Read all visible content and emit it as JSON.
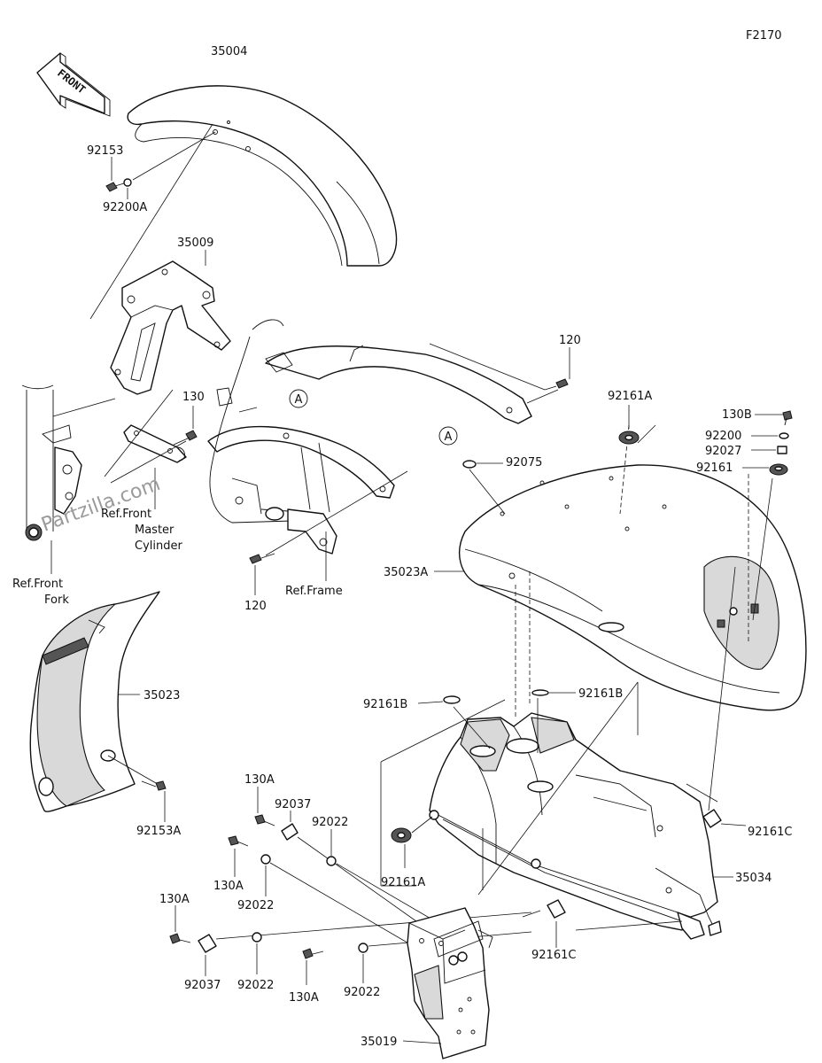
{
  "figure_code": "F2170",
  "front_label": "FRONT",
  "watermark": "Partzilla.com",
  "ref_marker": "A",
  "labels": {
    "p35004": "35004",
    "p92153": "92153",
    "p92200A": "92200A",
    "p35009": "35009",
    "p130": "130",
    "p120_top": "120",
    "p120_bottom": "120",
    "p92161A_top": "92161A",
    "p130B": "130B",
    "p92200": "92200",
    "p92027": "92027",
    "p92161": "92161",
    "p92075": "92075",
    "p35023A": "35023A",
    "ref_fork_1": "Ref.Front",
    "ref_fork_2": "Fork",
    "ref_cyl_1": "Ref.Front",
    "ref_cyl_2": "Master",
    "ref_cyl_3": "Cylinder",
    "ref_frame": "Ref.Frame",
    "p35023": "35023",
    "p92153A": "92153A",
    "p92161B_left": "92161B",
    "p92161B_right": "92161B",
    "p130A_1": "130A",
    "p92037_1": "92037",
    "p92022_1": "92022",
    "p130A_2": "130A",
    "p92022_2": "92022",
    "p92161A_bottom": "92161A",
    "p92161C_right": "92161C",
    "p35034": "35034",
    "p130A_3": "130A",
    "p92037_2": "92037",
    "p92022_3": "92022",
    "p130A_4": "130A",
    "p92022_4": "92022",
    "p92161C_bottom": "92161C",
    "p35019": "35019"
  }
}
